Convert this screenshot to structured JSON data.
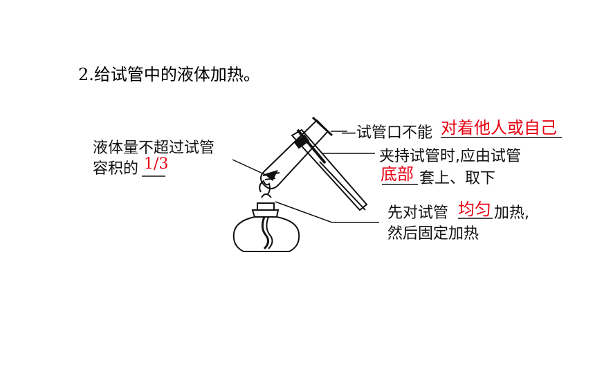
{
  "heading": "2.给试管中的液体加热。",
  "labels": {
    "left_line1": "液体量不超过试管",
    "left_line2": "容积的",
    "left_answer": "1/3",
    "mouth_prefix": "—试管口不能",
    "mouth_answer": "对着他人或自己",
    "clamp_line1": "夹持试管时,应由试管",
    "clamp_answer": "底部",
    "clamp_line2_suffix": "套上、取下",
    "heat_prefix": "先对试管",
    "heat_answer": "均匀",
    "heat_suffix": "加热,",
    "heat_line2": "然后固定加热"
  },
  "colors": {
    "answer": "#e60012",
    "ink": "#111111"
  },
  "icons": [
    "test-tube-icon",
    "test-tube-holder-icon",
    "alcohol-lamp-icon"
  ]
}
